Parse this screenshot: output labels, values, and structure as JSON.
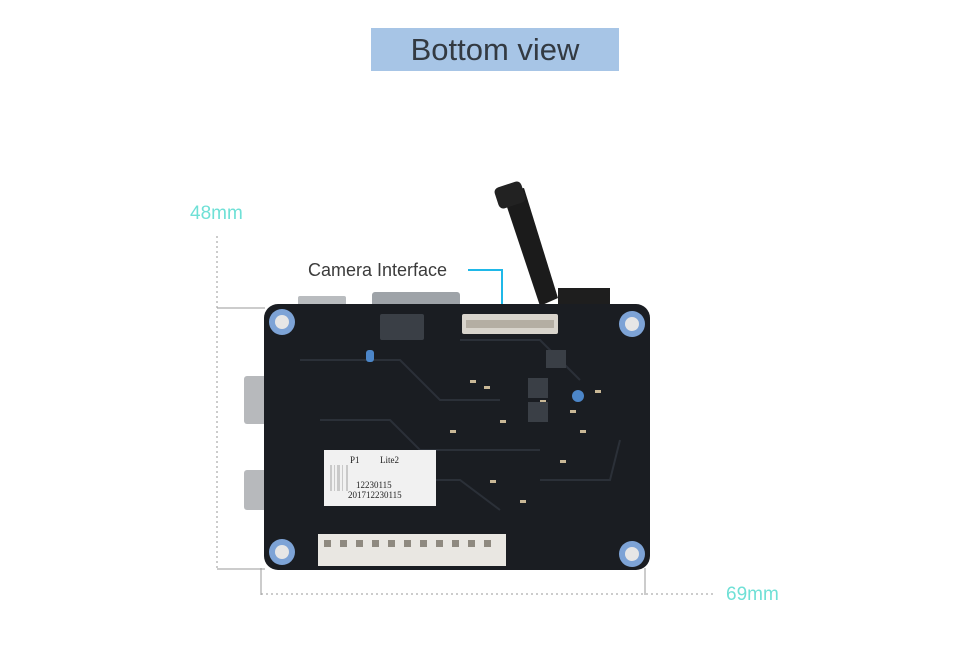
{
  "title": "Bottom view",
  "callout": {
    "label": "Camera Interface"
  },
  "dimensions": {
    "height_label": "48mm",
    "width_label": "69mm"
  },
  "sticker": {
    "line1_left": "P1",
    "line1_right": "Lite2",
    "line2": "12230115",
    "line3": "201712230115"
  },
  "colors": {
    "title_bg": "#a7c5e6",
    "dimension_text": "#6fe0d6",
    "callout_line": "#1fb8e8",
    "pcb": "#1a1d22",
    "mount_hole": "#7da3d6"
  }
}
